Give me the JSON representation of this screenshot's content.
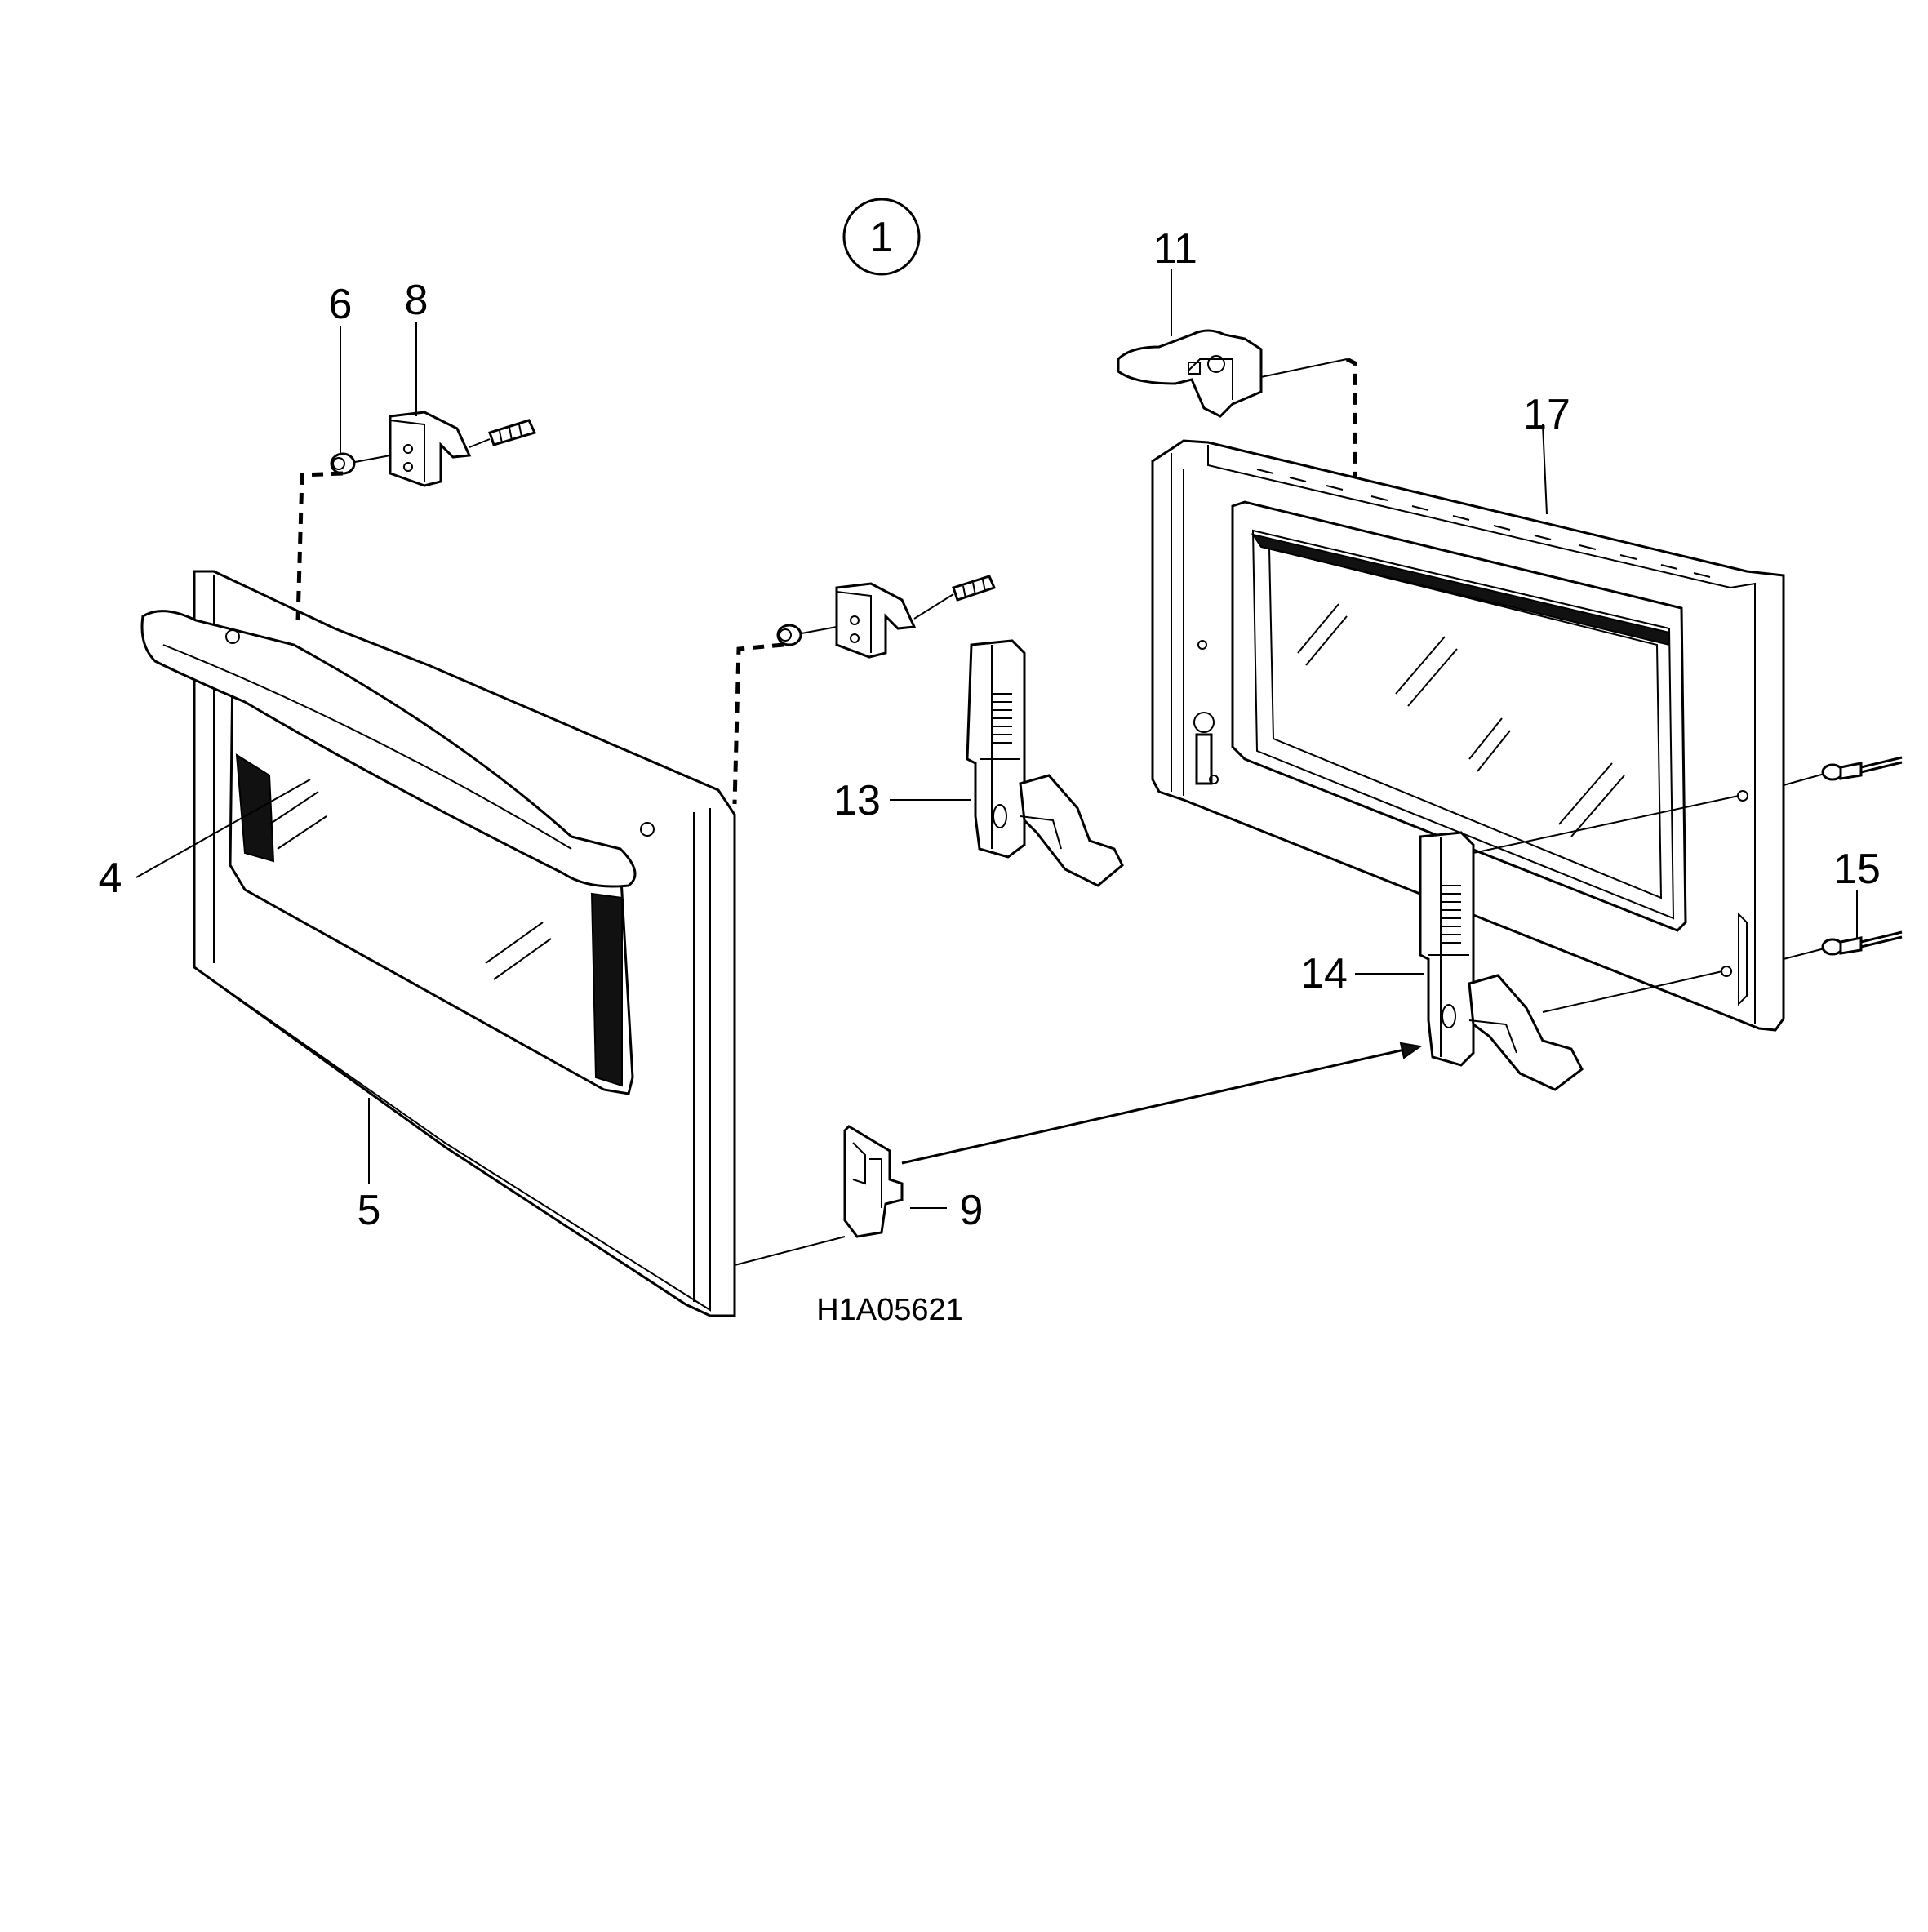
{
  "diagram": {
    "view_number": "1",
    "drawing_code": "H1A05621",
    "callouts": [
      "4",
      "5",
      "6",
      "8",
      "9",
      "11",
      "13",
      "14",
      "15",
      "17"
    ]
  },
  "colors": {
    "line": "#000000",
    "background": "#ffffff"
  }
}
